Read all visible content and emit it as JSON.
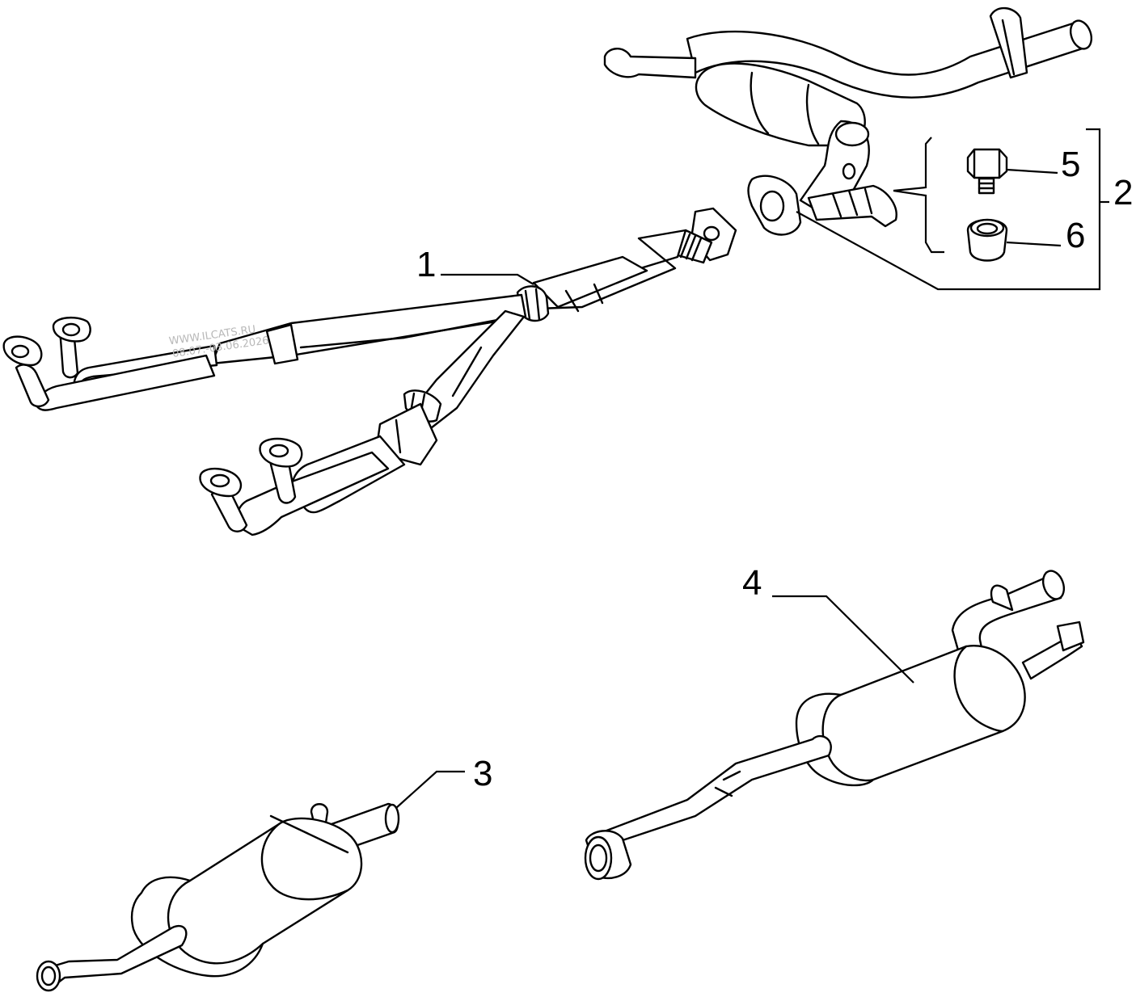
{
  "diagram": {
    "callouts": [
      {
        "id": "1",
        "label": "1"
      },
      {
        "id": "2",
        "label": "2"
      },
      {
        "id": "3",
        "label": "3"
      },
      {
        "id": "4",
        "label": "4"
      },
      {
        "id": "5",
        "label": "5"
      },
      {
        "id": "6",
        "label": "6"
      }
    ],
    "watermark": {
      "line1": "WWW.ILCATS.RU",
      "line2": "08.07.-03.06.2026"
    }
  }
}
